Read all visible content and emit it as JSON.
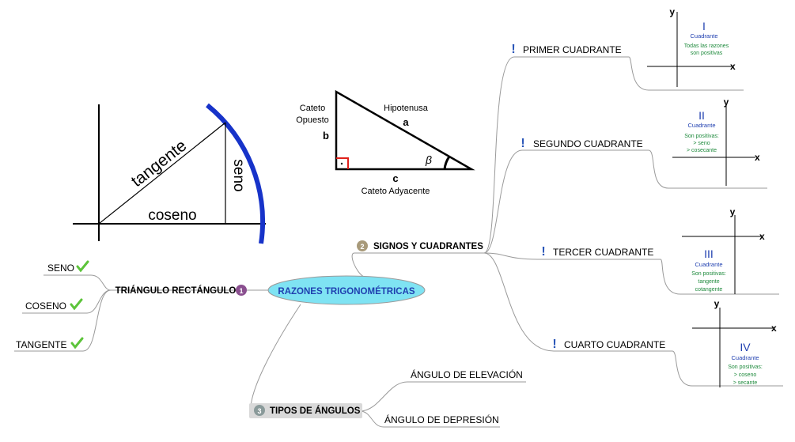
{
  "center": {
    "label": "RAZONES TRIGONOMÉTRICAS"
  },
  "left_branch": {
    "label": "TRIÁNGULO RECTÁNGULO",
    "badge": "1",
    "items": [
      "SENO",
      "COSENO",
      "TANGENTE"
    ]
  },
  "signs_branch": {
    "label": "SIGNOS Y CUADRANTES",
    "badge": "2",
    "quadrants": [
      {
        "label": "PRIMER CUADRANTE",
        "roman": "I",
        "title": "Cuadrante",
        "lines": [
          "Todas las razones",
          "son positivas"
        ]
      },
      {
        "label": "SEGUNDO  CUADRANTE",
        "roman": "II",
        "title": "Cuadrante",
        "lines": [
          "Son positivas:",
          "> seno",
          "> cosecante"
        ]
      },
      {
        "label": "TERCER CUADRANTE",
        "roman": "III",
        "title": "Cuadrante",
        "lines": [
          "Son positivas:",
          "tangente",
          "cotangente"
        ]
      },
      {
        "label": "CUARTO CUADRANTE",
        "roman": "IV",
        "title": "Cuadrante",
        "lines": [
          "Son positivas:",
          "> coseno",
          "> secante"
        ]
      }
    ],
    "axis_x": "x",
    "axis_y": "y"
  },
  "angles_branch": {
    "label": "TIPOS DE ÁNGULOS",
    "badge": "3",
    "items": [
      "ÁNGULO DE ELEVACIÓN",
      "ÁNGULO DE DEPRESIÓN"
    ]
  },
  "circle_figure": {
    "tangent": "tangente",
    "sine": "seno",
    "cosine": "coseno"
  },
  "triangle_figure": {
    "opposite_leg": "Cateto\nOpuesto",
    "opposite_leg_line1": "Cateto",
    "opposite_leg_line2": "Opuesto",
    "hypotenuse": "Hipotenusa",
    "adjacent_leg": "Cateto Adyacente",
    "side_a": "a",
    "side_b": "b",
    "side_c": "c",
    "angle": "β"
  },
  "colors": {
    "center_fill": "#7fe3f3",
    "center_text": "#1f3fb0",
    "roman": "#1f3fb0",
    "quad_title": "#1f3fb0",
    "quad_text": "#1e8a3c",
    "check": "#5cc43a",
    "exclaim": "#2a56b8",
    "badge1": "#8a4f8f",
    "badge2": "#a89a7a",
    "badge3": "#8a9a9a",
    "arc": "#1733c9",
    "angles_box": "#d9d9d9"
  }
}
